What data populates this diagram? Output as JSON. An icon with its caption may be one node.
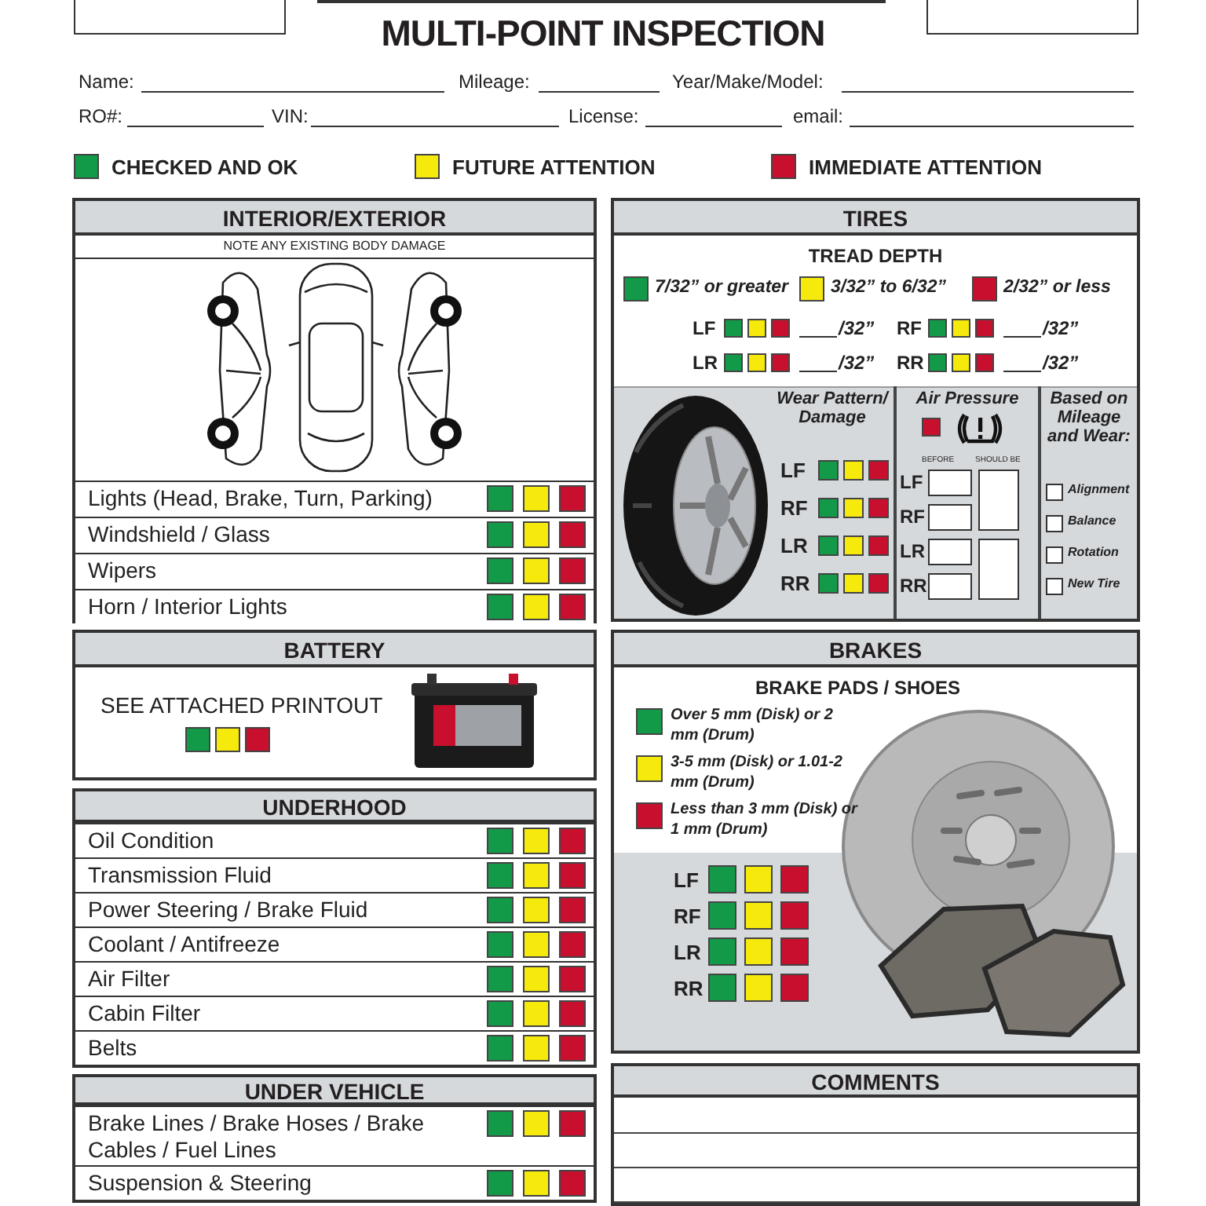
{
  "diagram": {
    "title": "MULTI-POINT INSPECTION",
    "nodes": [
      {
        "text": [],
        "shape": "box"
      },
      {
        "text": [],
        "shape": "box"
      },
      {
        "text": [
          "INTERIOR/EXTERIOR",
          "NOTE ANY EXISTING BODY DAMAGE"
        ]
      },
      {
        "text": [
          "Lights (Head, Brake, Turn, Parking)"
        ],
        "in": 2
      },
      {
        "text": [
          "Windshield / Glass"
        ],
        "in": 2
      },
      {
        "text": [
          "Wipers"
        ],
        "in": 2
      },
      {
        "text": [
          "Horn / Interior Lights"
        ],
        "in": 2
      },
      {
        "text": [
          "TIRES",
          "TREAD DEPTH"
        ]
      },
      {
        "text": [
          "Wear Pattern/ Damage"
        ],
        "in": 7
      },
      {
        "text": [
          "Air Pressure"
        ],
        "in": 7
      },
      {
        "text": [
          "Based on Mileage and Wear:"
        ],
        "in": 7
      },
      {
        "text": [
          "BATTERY",
          "SEE ATTACHED PRINTOUT"
        ]
      },
      {
        "text": [
          "UNDERHOOD"
        ]
      },
      {
        "text": [
          "Oil Condition"
        ],
        "in": 12
      },
      {
        "text": [
          "Transmission Fluid"
        ],
        "in": 12
      },
      {
        "text": [
          "Power Steering / Brake Fluid"
        ],
        "in": 12
      },
      {
        "text": [
          "Coolant / Antifreeze"
        ],
        "in": 12
      },
      {
        "text": [
          "Air Filter"
        ],
        "in": 12
      },
      {
        "text": [
          "Cabin Filter"
        ],
        "in": 12
      },
      {
        "text": [
          "Belts"
        ],
        "in": 12
      },
      {
        "text": [
          "BRAKES",
          "BRAKE PADS / SHOES"
        ]
      },
      {
        "text": [
          "UNDER VEHICLE"
        ]
      },
      {
        "text": [
          "Brake Lines / Brake Hoses / Brake Cables / Fuel Lines"
        ],
        "in": 21
      },
      {
        "text": [
          "Suspension & Steering"
        ],
        "in": 21
      },
      {
        "text": [
          "COMMENTS"
        ]
      }
    ],
    "labels": [
      "Name:",
      "Mileage:",
      "Year/Make/Model:",
      "RO#:",
      "VIN:",
      "License:",
      "email:",
      "LF",
      "/32”",
      "RF",
      "/32”",
      "LR",
      "/32”",
      "RR",
      "/32”",
      "LF",
      "RF",
      "LR",
      "RR",
      "BEFORE",
      "SHOULD BE",
      "LF",
      "RF",
      "LR",
      "RR",
      "Alignment",
      "Balance",
      "Rotation",
      "New Tire",
      "LF",
      "RF",
      "LR",
      "RR"
    ],
    "legend": [
      {
        "text": "CHECKED AND OK",
        "color": "#129a48"
      },
      {
        "text": "FUTURE ATTENTION",
        "color": "#f6ea0c"
      },
      {
        "text": "IMMEDIATE ATTENTION",
        "color": "#c8102e"
      },
      {
        "text": "7/32” or greater",
        "color": "#129a48"
      },
      {
        "text": "3/32” to 6/32”",
        "color": "#f6ea0c"
      },
      {
        "text": "2/32” or less",
        "color": "#c8102e"
      },
      {
        "text": "Over 5 mm (Disk) or 2 mm (Drum)",
        "color": "#129a48"
      },
      {
        "text": "3-5 mm (Disk) or 1.01-2 mm (Drum)",
        "color": "#f6ea0c"
      },
      {
        "text": "Less than 3 mm (Disk) or 1 mm (Drum)",
        "color": "#c8102e"
      }
    ]
  }
}
